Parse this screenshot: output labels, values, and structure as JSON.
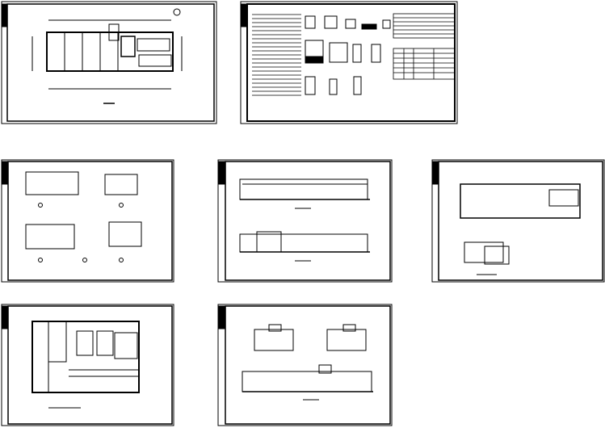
{
  "colors": {
    "background": "#ffffff",
    "ink": "#000000"
  },
  "sheets": [
    {
      "kind": "floor-plan"
    },
    {
      "kind": "door-window-schedule"
    },
    {
      "kind": "details"
    },
    {
      "kind": "elevations"
    },
    {
      "kind": "roof-plan"
    },
    {
      "kind": "floor-plan-enlarged"
    },
    {
      "kind": "elevations-sections"
    }
  ]
}
